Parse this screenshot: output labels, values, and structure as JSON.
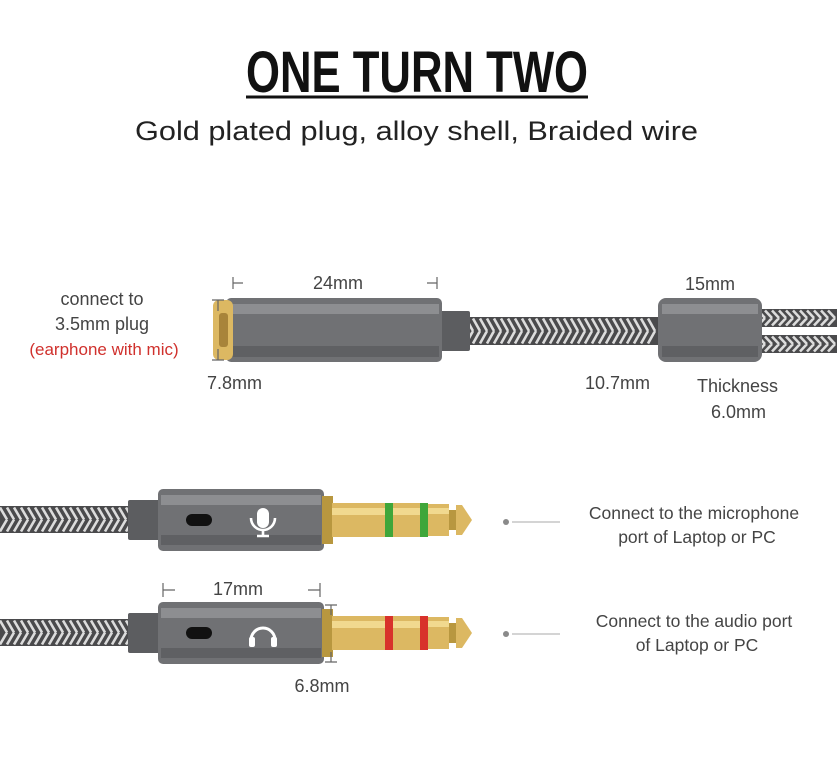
{
  "title": "ONE TURN TWO",
  "subtitle": "Gold plated plug, alloy shell, Braided wire",
  "female_jack": {
    "connect_line1": "connect to",
    "connect_line2": "3.5mm plug",
    "connect_note": "(earphone with mic)",
    "length_label": "24mm",
    "diameter_label": "7.8mm"
  },
  "splitter": {
    "length_label": "15mm",
    "width_label": "10.7mm",
    "thickness_label": "Thickness",
    "thickness_value": "6.0mm"
  },
  "mic_plug": {
    "icon": "microphone-icon",
    "ring_color": "#3fa63a",
    "desc_line1": "Connect to the microphone",
    "desc_line2": "port of Laptop or PC"
  },
  "audio_plug": {
    "icon": "headphone-icon",
    "ring_color": "#d8322b",
    "length_label": "17mm",
    "diameter_label": "6.8mm",
    "desc_line1": "Connect to the audio port",
    "desc_line2": "of Laptop or PC"
  },
  "colors": {
    "metal": "#707174",
    "gold": "#dcb862",
    "note_red": "#d0312d",
    "braid_light": "#dcdcdc",
    "braid_dark": "#4a4a4c"
  }
}
